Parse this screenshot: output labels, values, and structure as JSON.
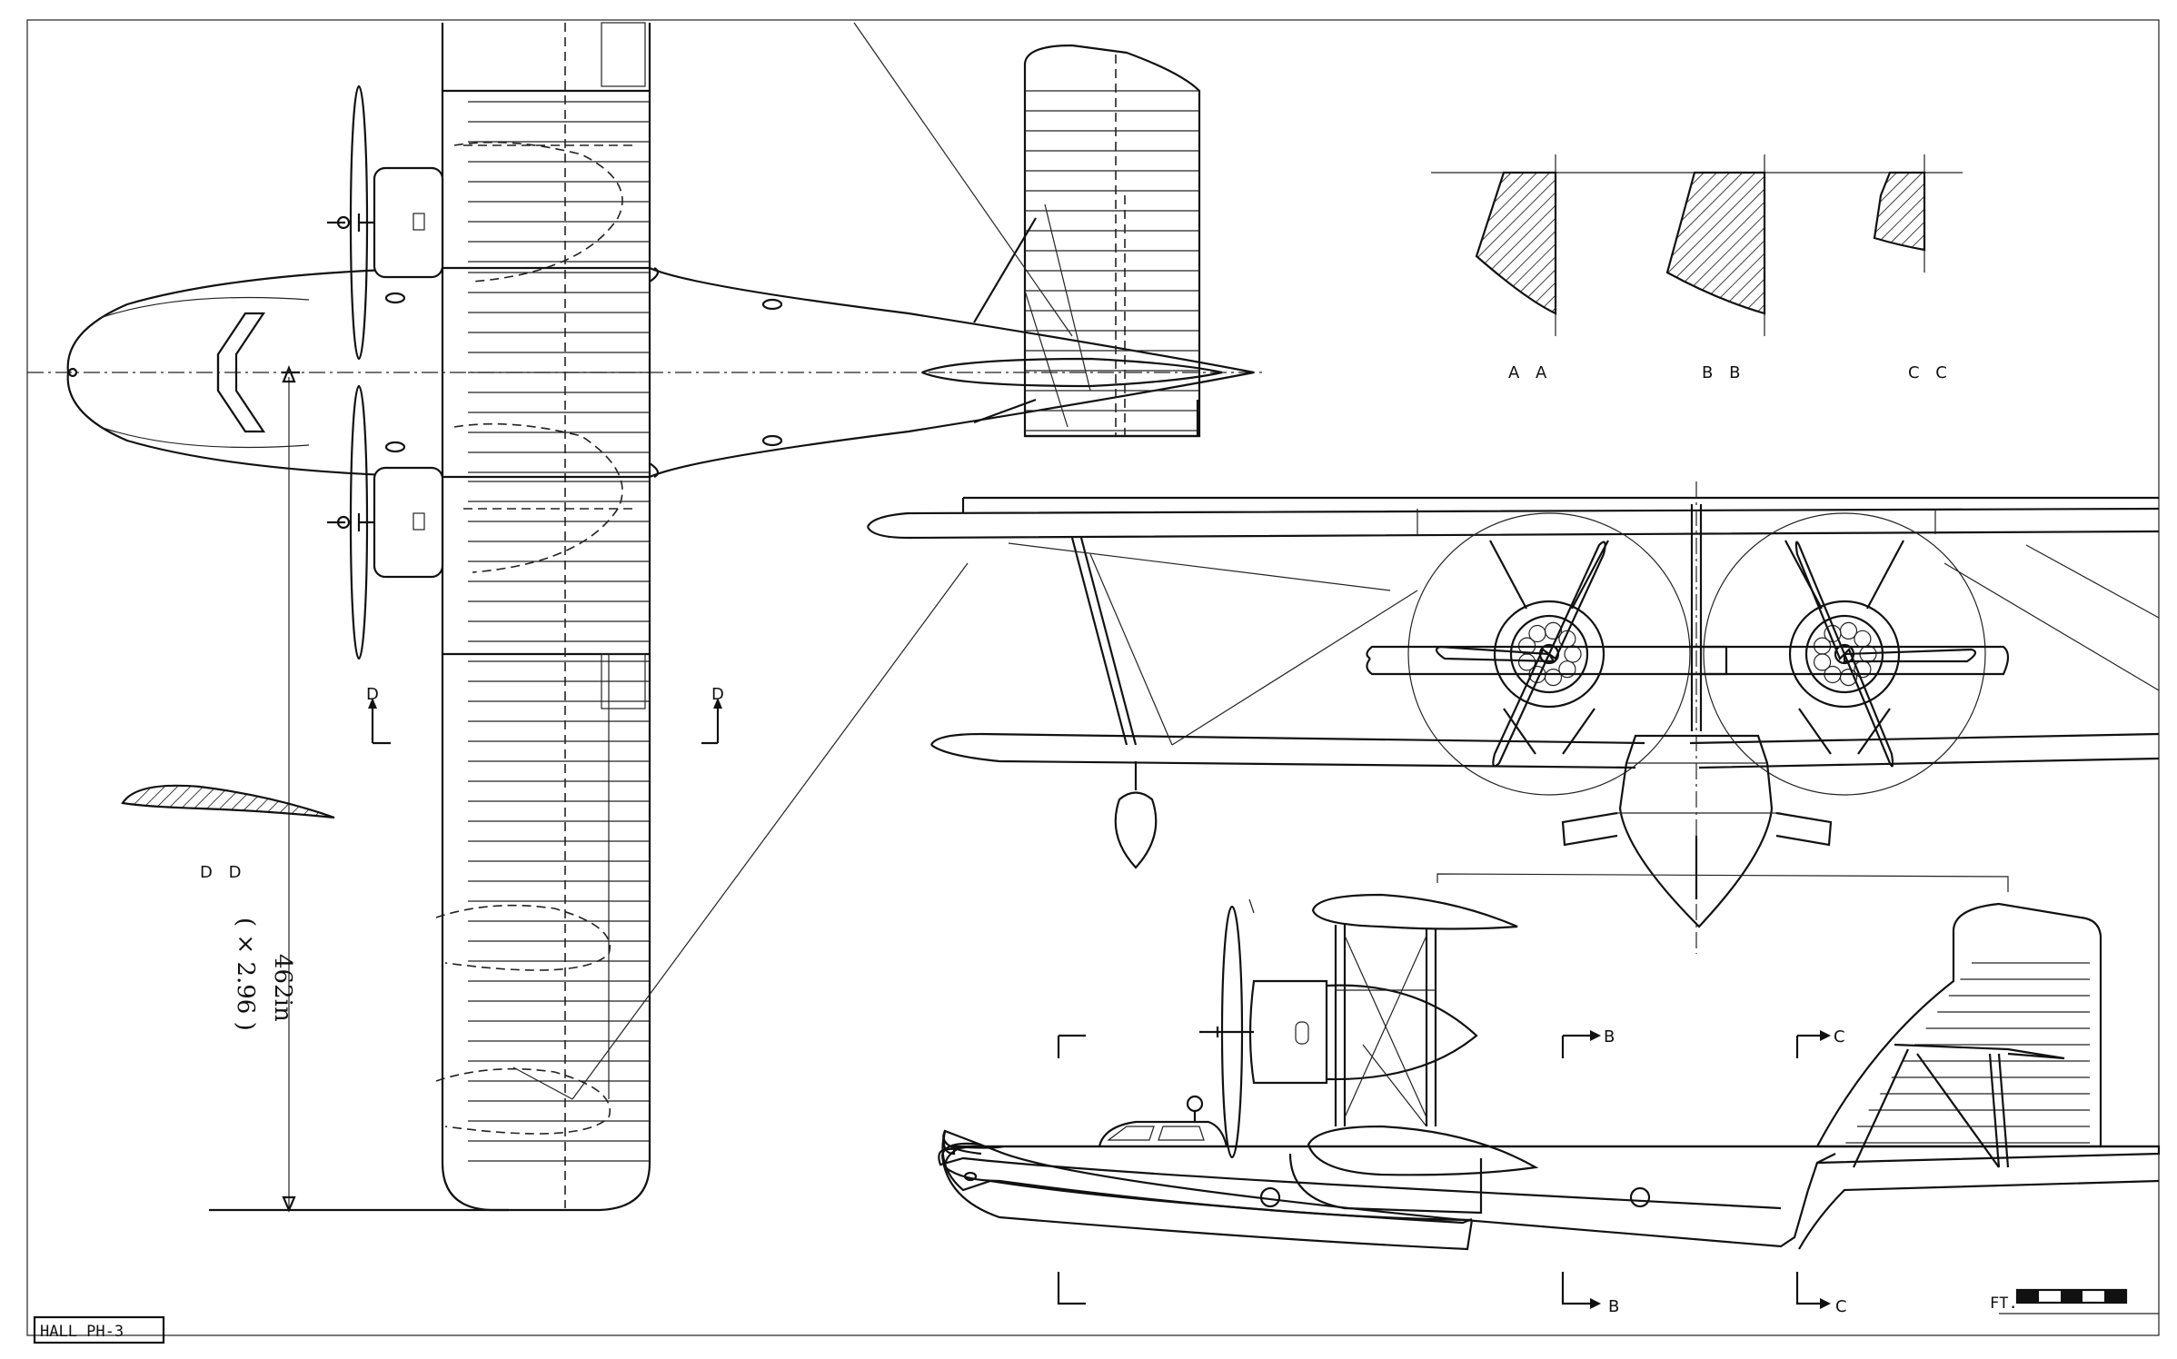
{
  "drawing_title": "HALL PH-3",
  "section_labels": {
    "aa": "A A",
    "bb": "B B",
    "cc": "C C",
    "dd": "D D",
    "d_left": "D",
    "d_right": "D",
    "b_upper": "B",
    "b_lower": "B",
    "c_upper": "C",
    "c_lower": "C"
  },
  "dimension": {
    "value": "462in",
    "scale": "( × 2.96 )"
  },
  "signature": "FT."
}
